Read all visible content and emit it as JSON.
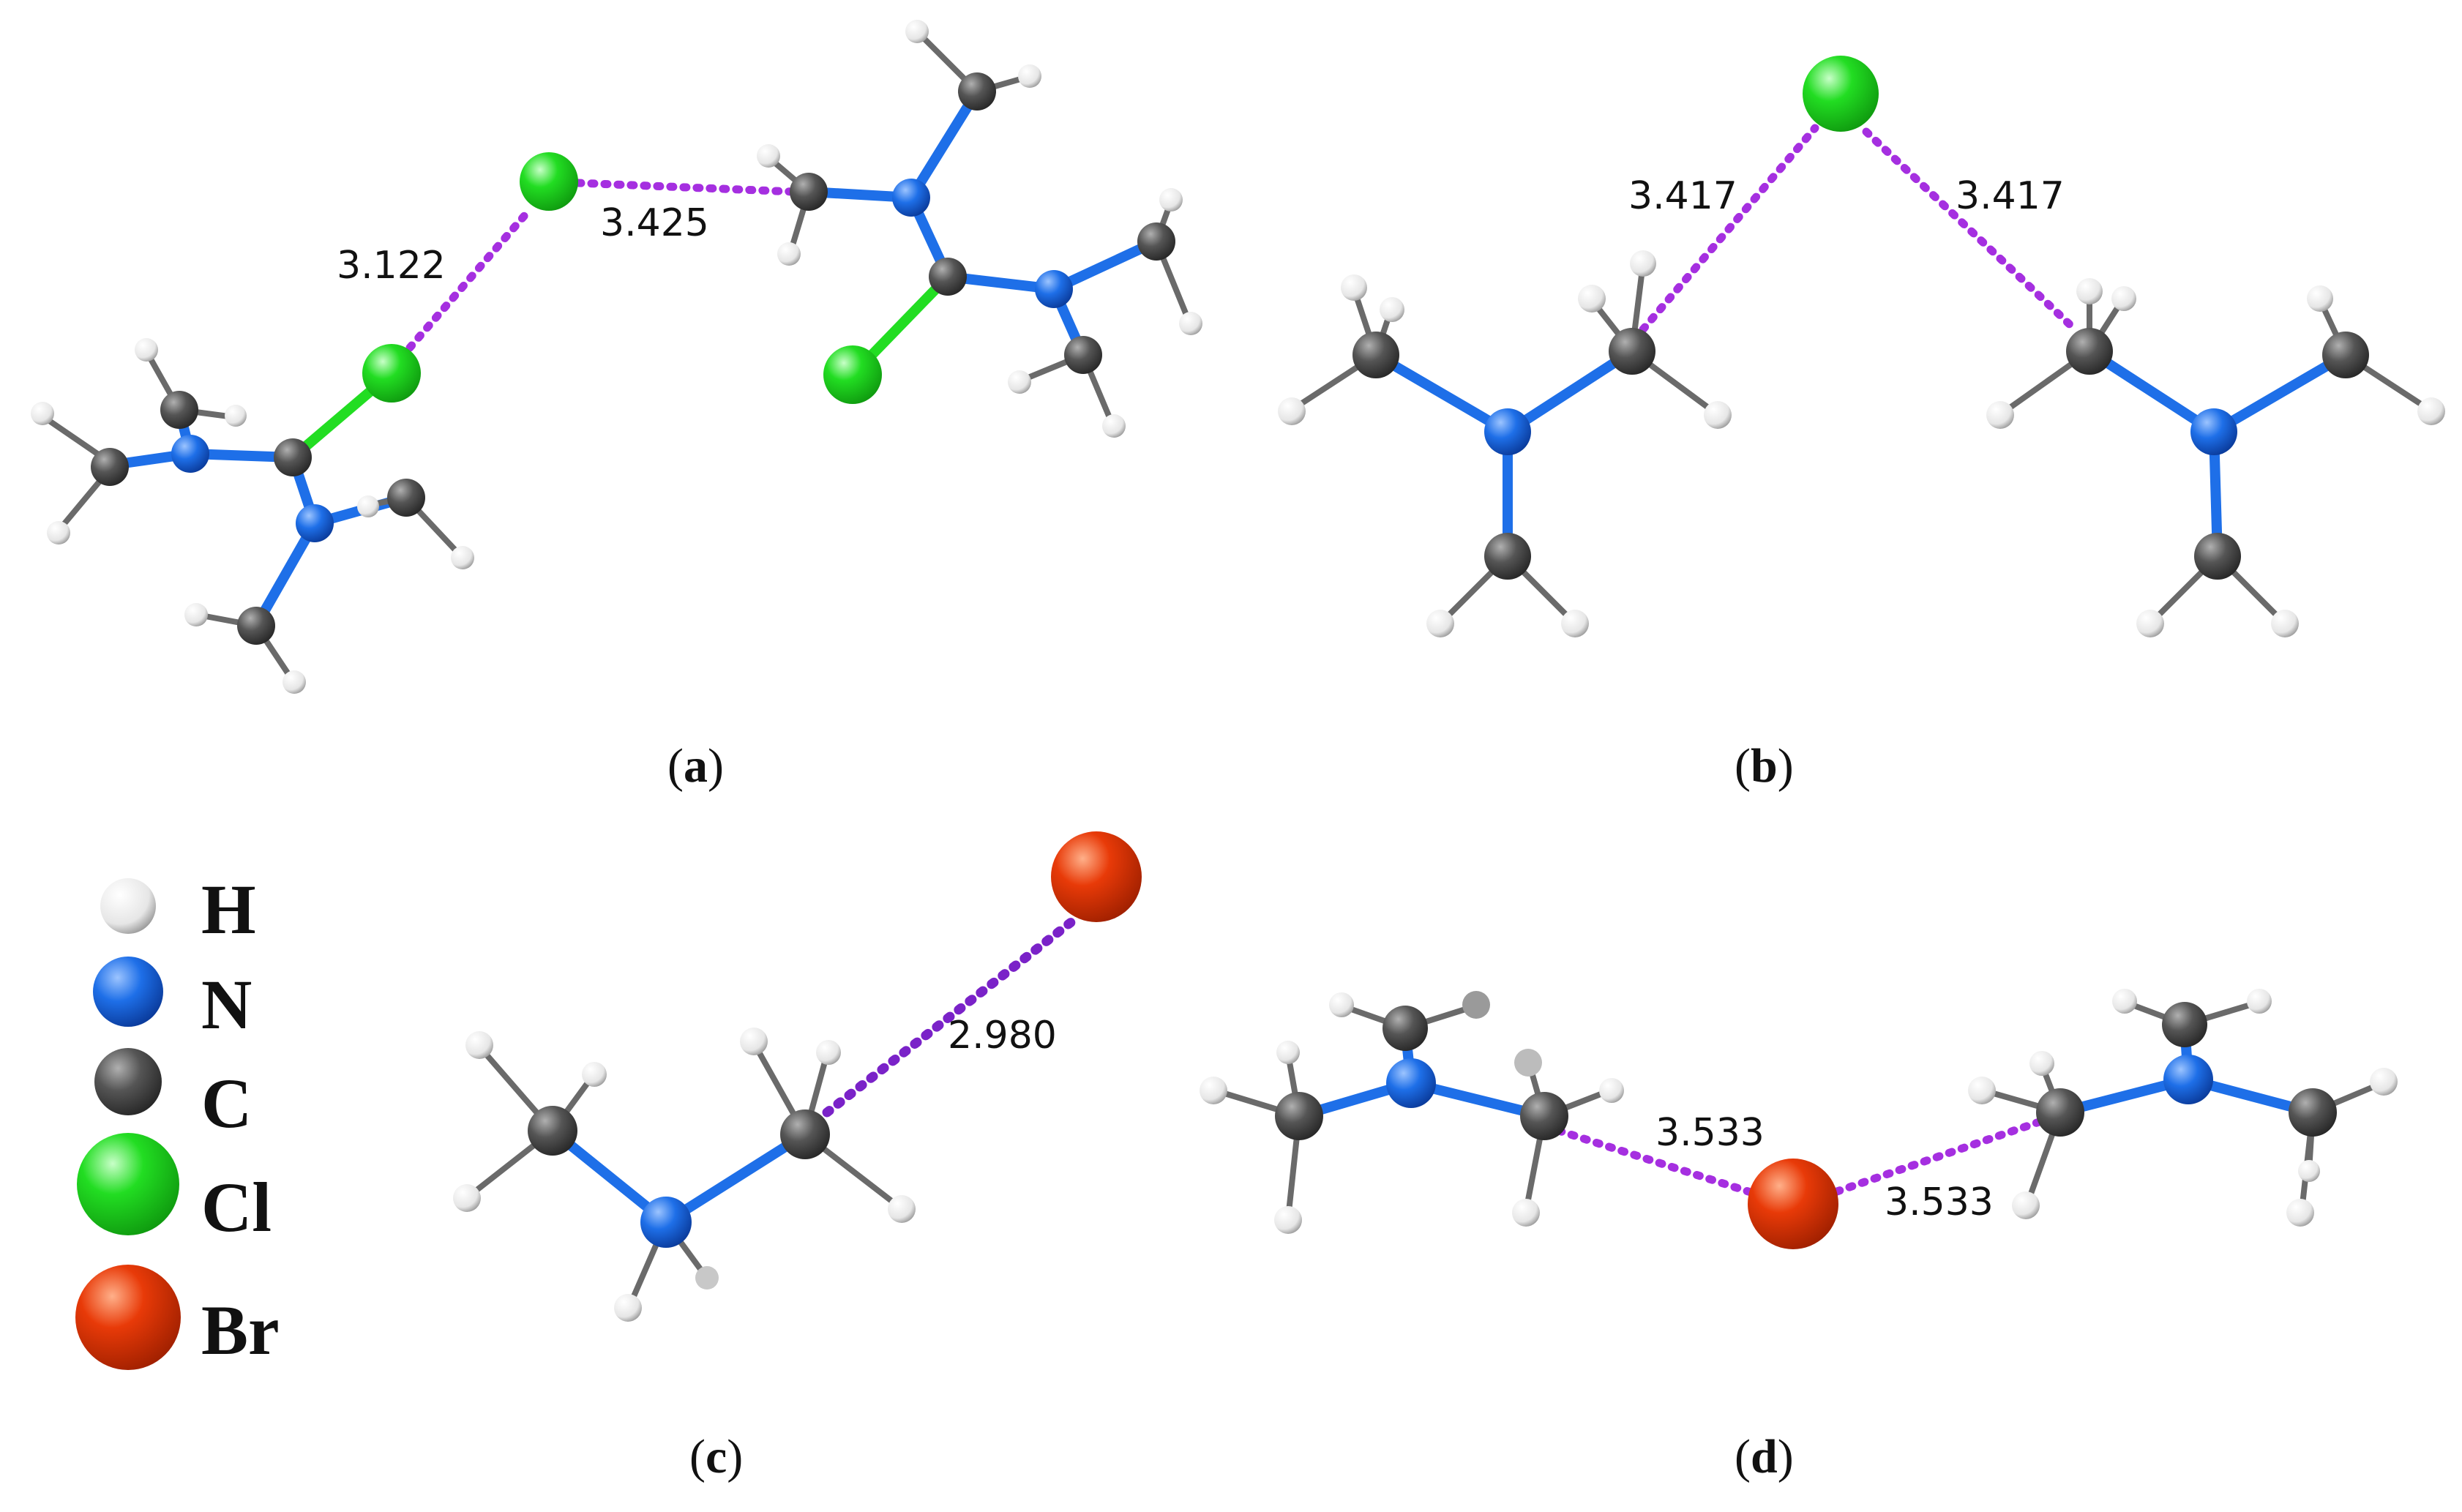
{
  "panels": [
    {
      "id": "a",
      "label_open": "(",
      "label_letter": "a",
      "label_close": ")",
      "distances": [
        "3.122",
        "3.425"
      ]
    },
    {
      "id": "b",
      "label_open": "(",
      "label_letter": "b",
      "label_close": ")",
      "distances": [
        "3.417",
        "3.417"
      ]
    },
    {
      "id": "c",
      "label_open": "(",
      "label_letter": "c",
      "label_close": ")",
      "distances": [
        "2.980"
      ]
    },
    {
      "id": "d",
      "label_open": "(",
      "label_letter": "d",
      "label_close": ")",
      "distances": [
        "3.533",
        "3.533"
      ]
    }
  ],
  "legend": [
    {
      "symbol": "H",
      "color": "#f2f2f2",
      "icon": "hydrogen-atom-icon"
    },
    {
      "symbol": "N",
      "color": "#1e6fe8",
      "icon": "nitrogen-atom-icon"
    },
    {
      "symbol": "C",
      "color": "#555555",
      "icon": "carbon-atom-icon"
    },
    {
      "symbol": "Cl",
      "color": "#22dd22",
      "icon": "chlorine-atom-icon"
    },
    {
      "symbol": "Br",
      "color": "#e83a08",
      "icon": "bromine-atom-icon"
    }
  ],
  "colors": {
    "contact_line": "#a52fe0",
    "contact_line_dark": "#7a22c8",
    "bond_N": "#1e6fe8",
    "bond_C": "#6a6a6a",
    "bond_Cl": "#22dd22"
  }
}
